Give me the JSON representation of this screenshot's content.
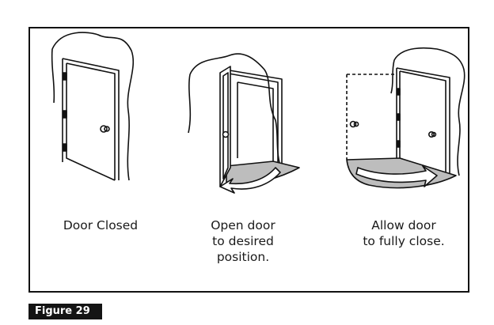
{
  "captions": {
    "closed": [
      "Door Closed"
    ],
    "open": [
      "Open door",
      "to desired",
      "position."
    ],
    "close": [
      "Allow door",
      "to fully close."
    ]
  },
  "figure_label": "Figure 29",
  "colors": {
    "ink": "#111111",
    "swing_fill": "#bdbdbd",
    "label_bg": "#141414",
    "label_text": "#ffffff"
  }
}
